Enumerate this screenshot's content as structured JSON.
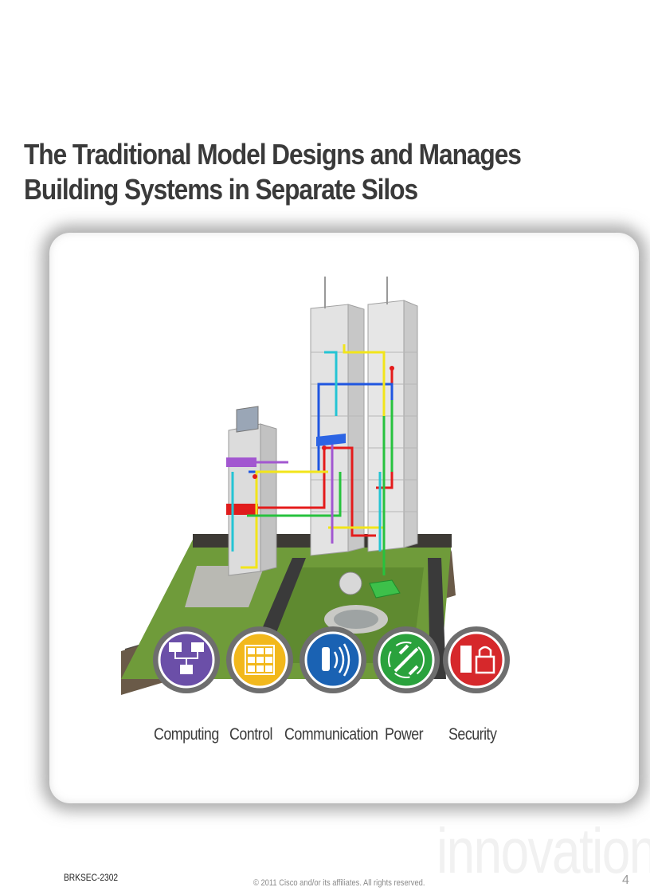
{
  "slide": {
    "title_line1": "The Traditional Model Designs and Manages",
    "title_line2": "Building Systems in Separate Silos",
    "watermark": "innovation",
    "footer_code": "BRKSEC-2302",
    "copyright": "© 2011 Cisco and/or its affiliates. All rights reserved.",
    "page_number": "4"
  },
  "silos": [
    {
      "label": "Computing",
      "icon": "network-computers-icon",
      "color": "#6b4fa8"
    },
    {
      "label": "Control",
      "icon": "control-panel-icon",
      "color": "#f2b81c"
    },
    {
      "label": "Communication",
      "icon": "phone-signal-icon",
      "color": "#1a62b3"
    },
    {
      "label": "Power",
      "icon": "power-plug-icon",
      "color": "#2aa23d"
    },
    {
      "label": "Security",
      "icon": "lock-icon",
      "color": "#d6282b"
    }
  ]
}
